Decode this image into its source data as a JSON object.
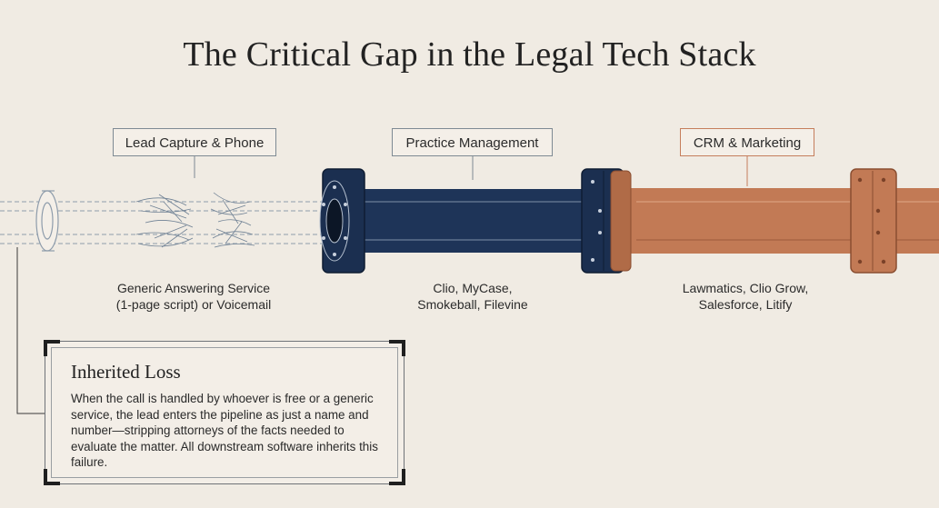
{
  "title": "The Critical Gap in the Legal Tech Stack",
  "stages": [
    {
      "label": "Lead Capture & Phone",
      "caption": "Generic Answering Service\n(1-page script) or Voicemail"
    },
    {
      "label": "Practice Management",
      "caption": "Clio, MyCase,\nSmokeball, Filevine"
    },
    {
      "label": "CRM & Marketing",
      "caption": "Lawmatics, Clio Grow,\nSalesforce, Litify"
    }
  ],
  "callout": {
    "title": "Inherited Loss",
    "body": "When the call is handled by whoever is free or a generic service, the lead enters the pipeline as just a name and number—stripping attorneys of the facts needed to evaluate the matter. All downstream software inherits this failure."
  },
  "colors": {
    "background": "#f0ebe3",
    "navy_pipe": "#1e3458",
    "copper_pipe": "#c27a55",
    "ghost_pipe": "#9aa7b4"
  }
}
